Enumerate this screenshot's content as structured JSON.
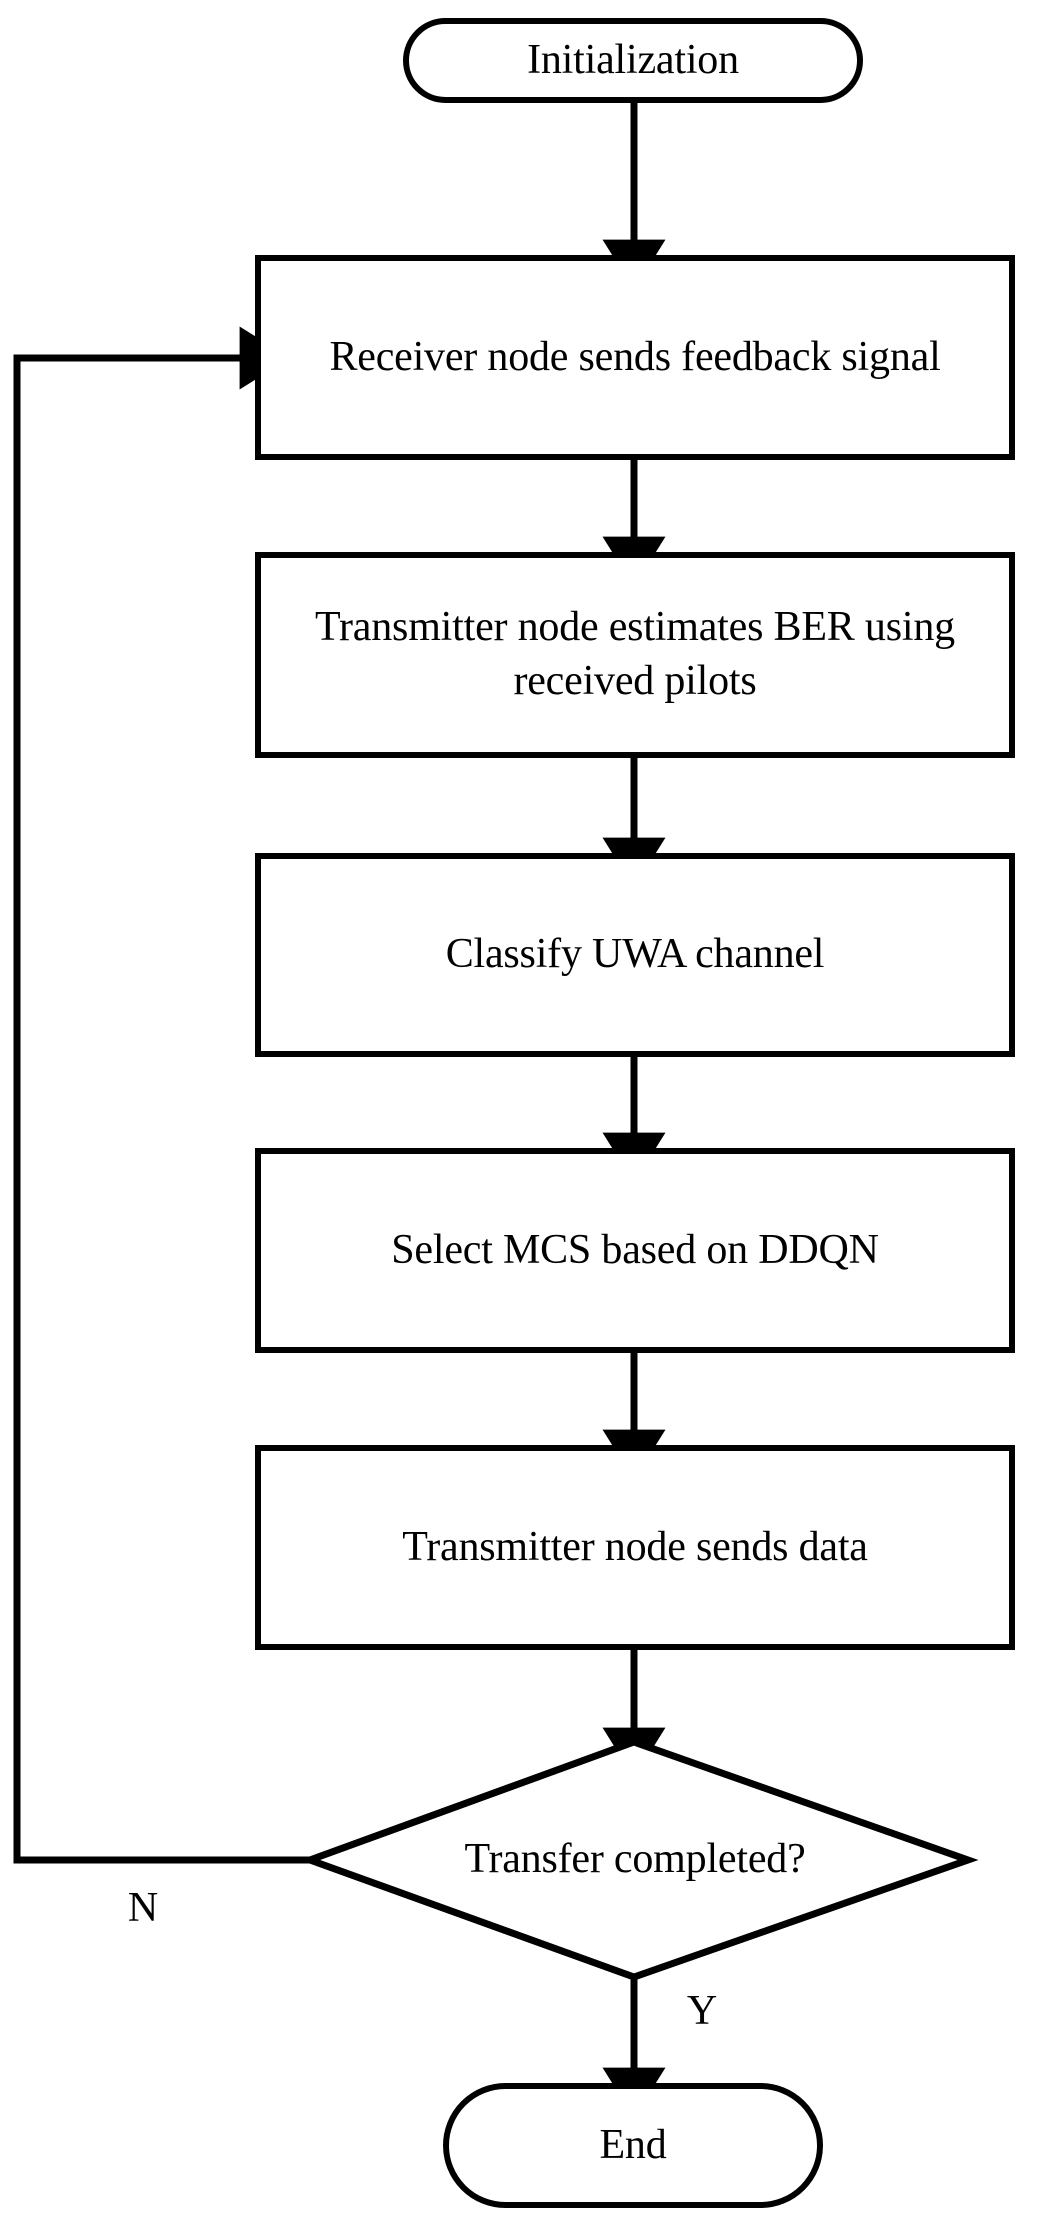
{
  "diagram": {
    "title": "UWA adaptive MCS selection flowchart",
    "type": "flowchart",
    "orientation": "top-to-bottom",
    "stroke_color": "#000000",
    "fill_color": "#ffffff",
    "nodes": [
      {
        "id": "start",
        "shape": "terminator",
        "text": "Initialization"
      },
      {
        "id": "feedback",
        "shape": "process",
        "text": "Receiver node sends feedback signal"
      },
      {
        "id": "estimate",
        "shape": "process",
        "text": "Transmitter node estimates BER using received pilots"
      },
      {
        "id": "classify",
        "shape": "process",
        "text": "Classify UWA channel"
      },
      {
        "id": "select",
        "shape": "process",
        "text": "Select MCS based on DDQN"
      },
      {
        "id": "send",
        "shape": "process",
        "text": "Transmitter node sends data"
      },
      {
        "id": "decision",
        "shape": "decision",
        "text": "Transfer completed?"
      },
      {
        "id": "end",
        "shape": "terminator",
        "text": "End"
      }
    ],
    "edges": [
      {
        "from": "start",
        "to": "feedback",
        "label": ""
      },
      {
        "from": "feedback",
        "to": "estimate",
        "label": ""
      },
      {
        "from": "estimate",
        "to": "classify",
        "label": ""
      },
      {
        "from": "classify",
        "to": "select",
        "label": ""
      },
      {
        "from": "select",
        "to": "send",
        "label": ""
      },
      {
        "from": "send",
        "to": "decision",
        "label": ""
      },
      {
        "from": "decision",
        "to": "feedback",
        "label": "N"
      },
      {
        "from": "decision",
        "to": "end",
        "label": "Y"
      }
    ],
    "edge_labels": {
      "no": "N",
      "yes": "Y"
    }
  }
}
